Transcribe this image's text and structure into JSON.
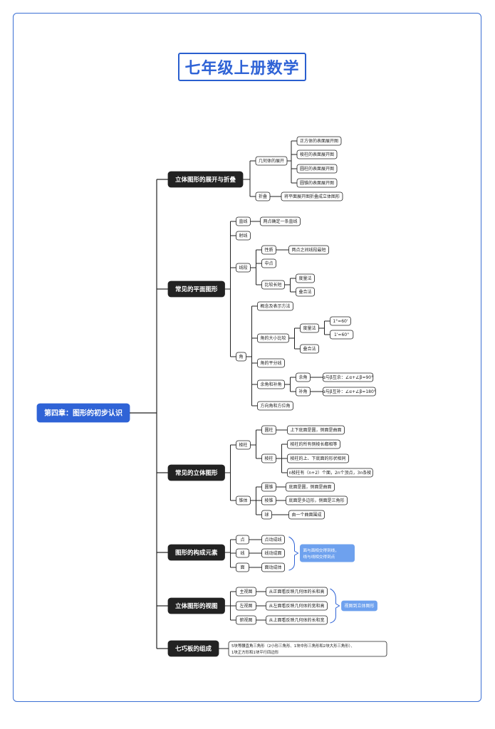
{
  "title": "七年级上册数学",
  "colors": {
    "accent": "#2f63d6",
    "frame": "#3b6fd4",
    "branch": "#222222",
    "line": "#222222",
    "note": "#6ea1ee",
    "root": "#2f63d6"
  },
  "root": "第四章：图形的初步认识",
  "branches": {
    "b1": "立体图形的展开与折叠",
    "b2": "常见的平面图形",
    "b3": "常见的立体图形",
    "b4": "图形的构成元素",
    "b5": "立体图形的视图",
    "b6": "七巧板的组成"
  },
  "nodes": {
    "n_jhtzk": "几何体的展开",
    "n_zft": "正方体的表面展开图",
    "n_lzk": "棱柱的表面展开图",
    "n_yz": "圆柱的表面展开图",
    "n_yzhui": "圆锥的表面展开图",
    "n_zd": "折叠",
    "n_zd_d": "将平面展开图折叠成立体图形",
    "n_zx": "直线",
    "n_zx_d": "两点确定一条直线",
    "n_sx": "射线",
    "n_xd": "线段",
    "n_xz": "性质",
    "n_xz_d": "两点之间线段最短",
    "n_zdian": "中点",
    "n_bjcd": "比较长短",
    "n_dlf": "度量法",
    "n_dhf": "叠合法",
    "n_jiao": "角",
    "n_gnbs": "概念及表示方法",
    "n_jdxbj": "角的大小比较",
    "n_dlf2": "度量法",
    "n_deg1": "1°=60'",
    "n_deg2": "1'=60''",
    "n_dhf2": "叠合法",
    "n_jpfx": "角的平分线",
    "n_yjbj": "余角和补角",
    "n_yj": "余角",
    "n_yj_d": "α与β互余：∠α+∠β=90°",
    "n_bj": "补角",
    "n_bj_d": "α与β互补：∠α+∠β=180°",
    "n_fxj": "方向角和方位角",
    "n_lz": "棱柱",
    "n_yuanzhu": "圆柱",
    "n_yuanzhu_d": "上下底面是圆，侧面是曲面",
    "n_lengzhu": "棱柱",
    "n_lz_d1": "棱柱的所有侧棱长都相等",
    "n_lz_d2": "棱柱的上、下底面的形状相同",
    "n_lz_d3": "n棱柱有（n+2）个面，2n个顶点，3n条棱",
    "n_zt": "锥体",
    "n_yuanzhui": "圆锥",
    "n_yuanzhui_d": "底面是圆，侧面是曲面",
    "n_lengzhui": "棱锥",
    "n_lengzhui_d": "底面是多边形，侧面是三角形",
    "n_qiu": "球",
    "n_qiu_d": "由一个曲面围成",
    "n_dian": "点",
    "n_dian_d": "点动成线",
    "n_xian": "线",
    "n_xian_d": "线动成面",
    "n_mian": "面",
    "n_mian_d": "面动成体",
    "n_gc_note1": "面与面相交得到线，",
    "n_gc_note2": "线与线相交得到点",
    "n_zst": "主视图",
    "n_zst_d": "从正面看反映几何体的长和高",
    "n_zuost": "左视图",
    "n_zuost_d": "从左面看反映几何体的宽和高",
    "n_fst": "俯视图",
    "n_fst_d": "从上面看反映几何体的长和宽",
    "n_st_note": "视图到立体图形",
    "n_qqb_d1": "5块等腰直角三角形（2小形三角形、1块中形三角形和2块大形三角形）、",
    "n_qqb_d2": "1块正方形和1块平行四边形"
  }
}
